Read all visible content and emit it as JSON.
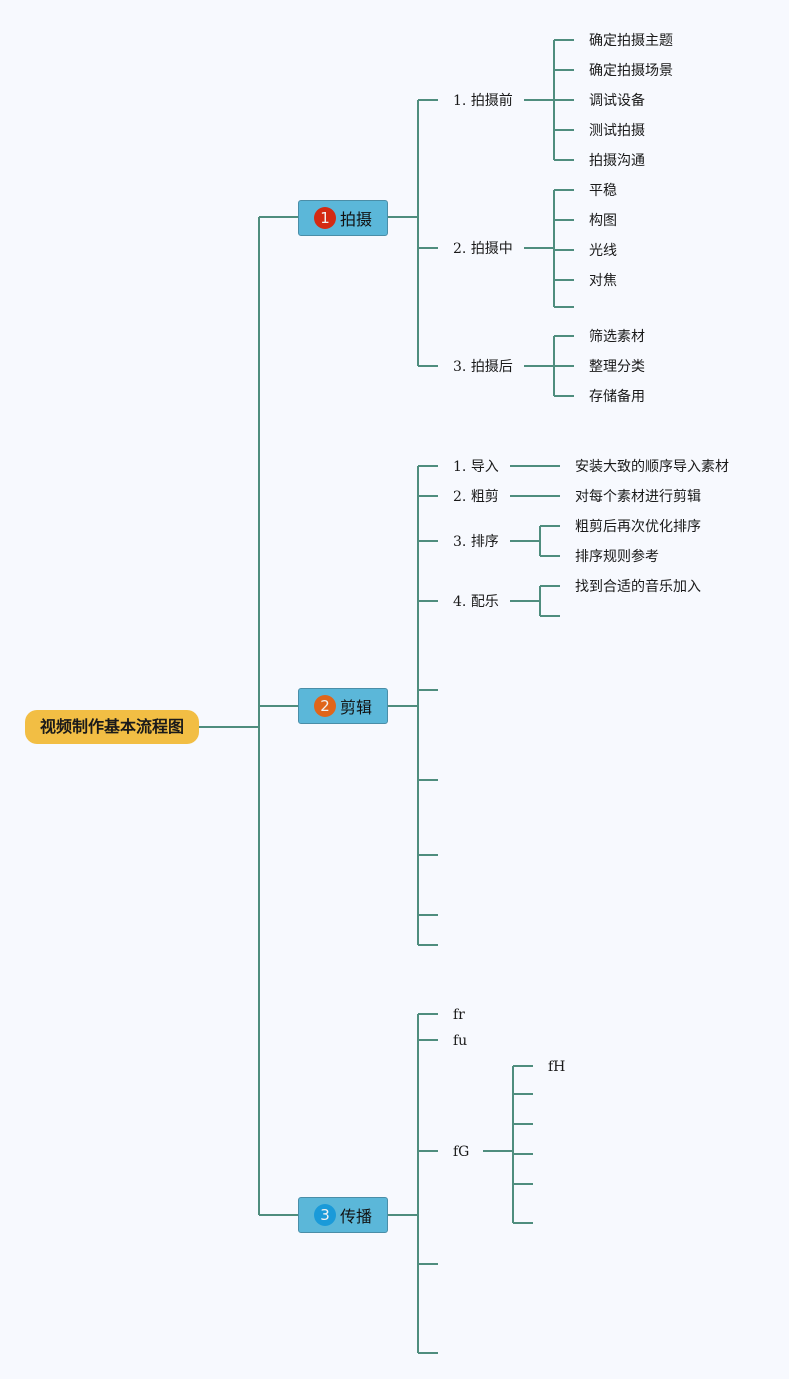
{
  "root": {
    "label": "视频制作基本流程图"
  },
  "colors": {
    "background": "#f7f9fe",
    "connector": "#4f8d7e",
    "root_fill": "#f2be44",
    "main_fill": "#5bb7d9",
    "badge_red": "#d42a12",
    "badge_orange": "#e0651a",
    "badge_blue": "#1a9ad9"
  },
  "branches": [
    {
      "number": "1",
      "label": "拍摄",
      "badge_color": "#d42a12",
      "children": [
        {
          "num": "1.",
          "label": "拍摄前",
          "leaves": [
            "确定拍摄主题",
            "确定拍摄场景",
            "调试设备",
            "测试拍摄",
            "拍摄沟通"
          ]
        },
        {
          "num": "2.",
          "label": "拍摄中",
          "leaves": [
            "平稳",
            "构图",
            "光线",
            "对焦",
            ""
          ]
        },
        {
          "num": "3.",
          "label": "拍摄后",
          "leaves": [
            "筛选素材",
            "整理分类",
            "存储备用"
          ]
        }
      ]
    },
    {
      "number": "2",
      "label": "剪辑",
      "badge_color": "#e0651a",
      "children": [
        {
          "num": "1.",
          "label": "导入",
          "leaves": [
            "安装大致的顺序导入素材"
          ]
        },
        {
          "num": "2.",
          "label": "粗剪",
          "leaves": [
            "对每个素材进行剪辑"
          ]
        },
        {
          "num": "3.",
          "label": "排序",
          "leaves": [
            "粗剪后再次优化排序",
            "排序规则参考"
          ]
        },
        {
          "num": "4.",
          "label": "配乐",
          "leaves": [
            "找到合适的音乐加入",
            ""
          ]
        },
        {
          "num": "",
          "label": "",
          "leaves": []
        },
        {
          "num": "",
          "label": "",
          "leaves": []
        },
        {
          "num": "",
          "label": "",
          "leaves": []
        },
        {
          "num": "",
          "label": "",
          "leaves": []
        },
        {
          "num": "",
          "label": "",
          "leaves": []
        }
      ]
    },
    {
      "number": "3",
      "label": "传播",
      "badge_color": "#1a9ad9",
      "children": [
        {
          "num": "",
          "label": "fr",
          "leaves": []
        },
        {
          "num": "",
          "label": "fu",
          "leaves": []
        },
        {
          "num": "",
          "label": "fG",
          "leaves": [
            "fH",
            "",
            "",
            "",
            "",
            ""
          ]
        },
        {
          "num": "",
          "label": "",
          "leaves": []
        },
        {
          "num": "",
          "label": "",
          "leaves": []
        }
      ]
    }
  ]
}
